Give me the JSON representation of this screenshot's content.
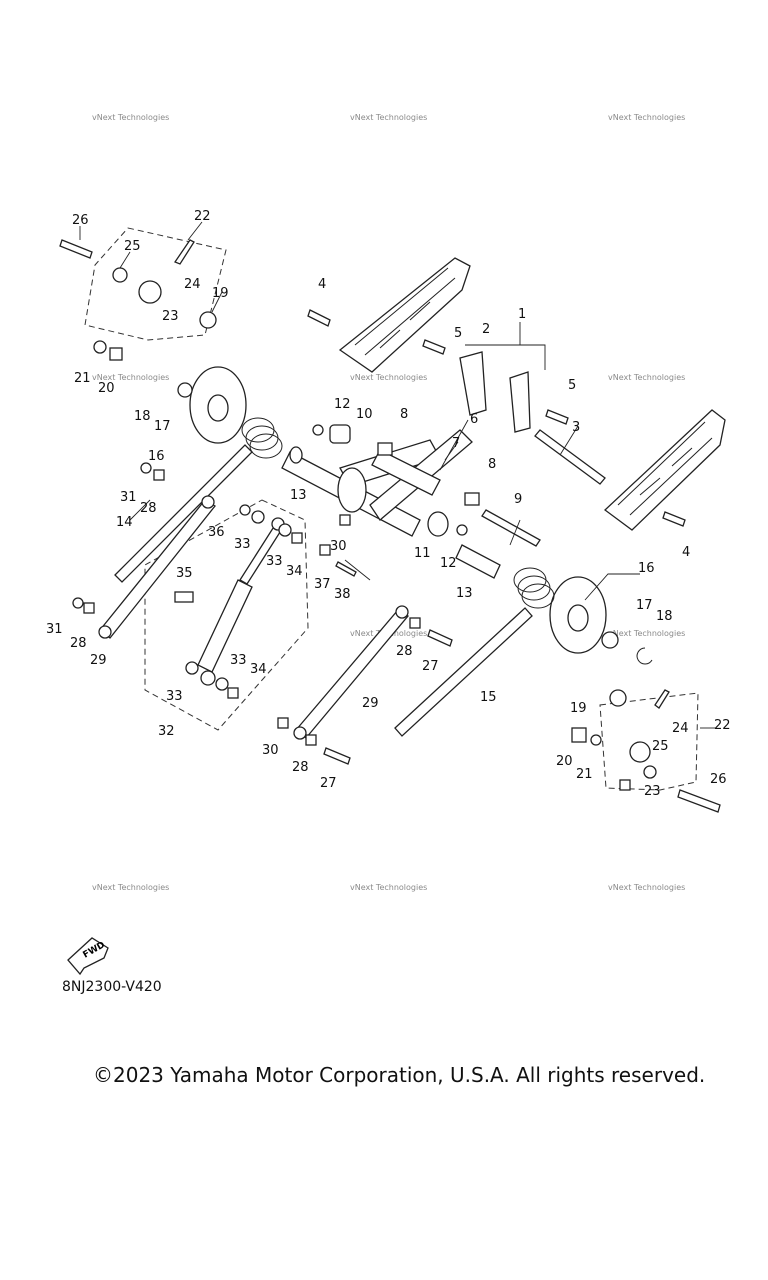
{
  "watermark": "vNext Technologies",
  "fwd_label": "FWD",
  "diagram_code": "8NJ2300-V420",
  "copyright": "©2023 Yamaha Motor Corporation, U.S.A. All rights reserved.",
  "callouts": [
    "26",
    "22",
    "25",
    "24",
    "19",
    "23",
    "21",
    "20",
    "18",
    "17",
    "16",
    "31",
    "28",
    "14",
    "4",
    "5",
    "2",
    "1",
    "5",
    "3",
    "12",
    "10",
    "8",
    "6",
    "7",
    "8",
    "13",
    "9",
    "4",
    "36",
    "33",
    "33",
    "34",
    "30",
    "37",
    "38",
    "11",
    "12",
    "13",
    "35",
    "31",
    "28",
    "29",
    "33",
    "34",
    "33",
    "32",
    "30",
    "27",
    "28",
    "29",
    "15",
    "16",
    "17",
    "18",
    "19",
    "20",
    "21",
    "24",
    "22",
    "25",
    "23",
    "26",
    "28",
    "27"
  ]
}
